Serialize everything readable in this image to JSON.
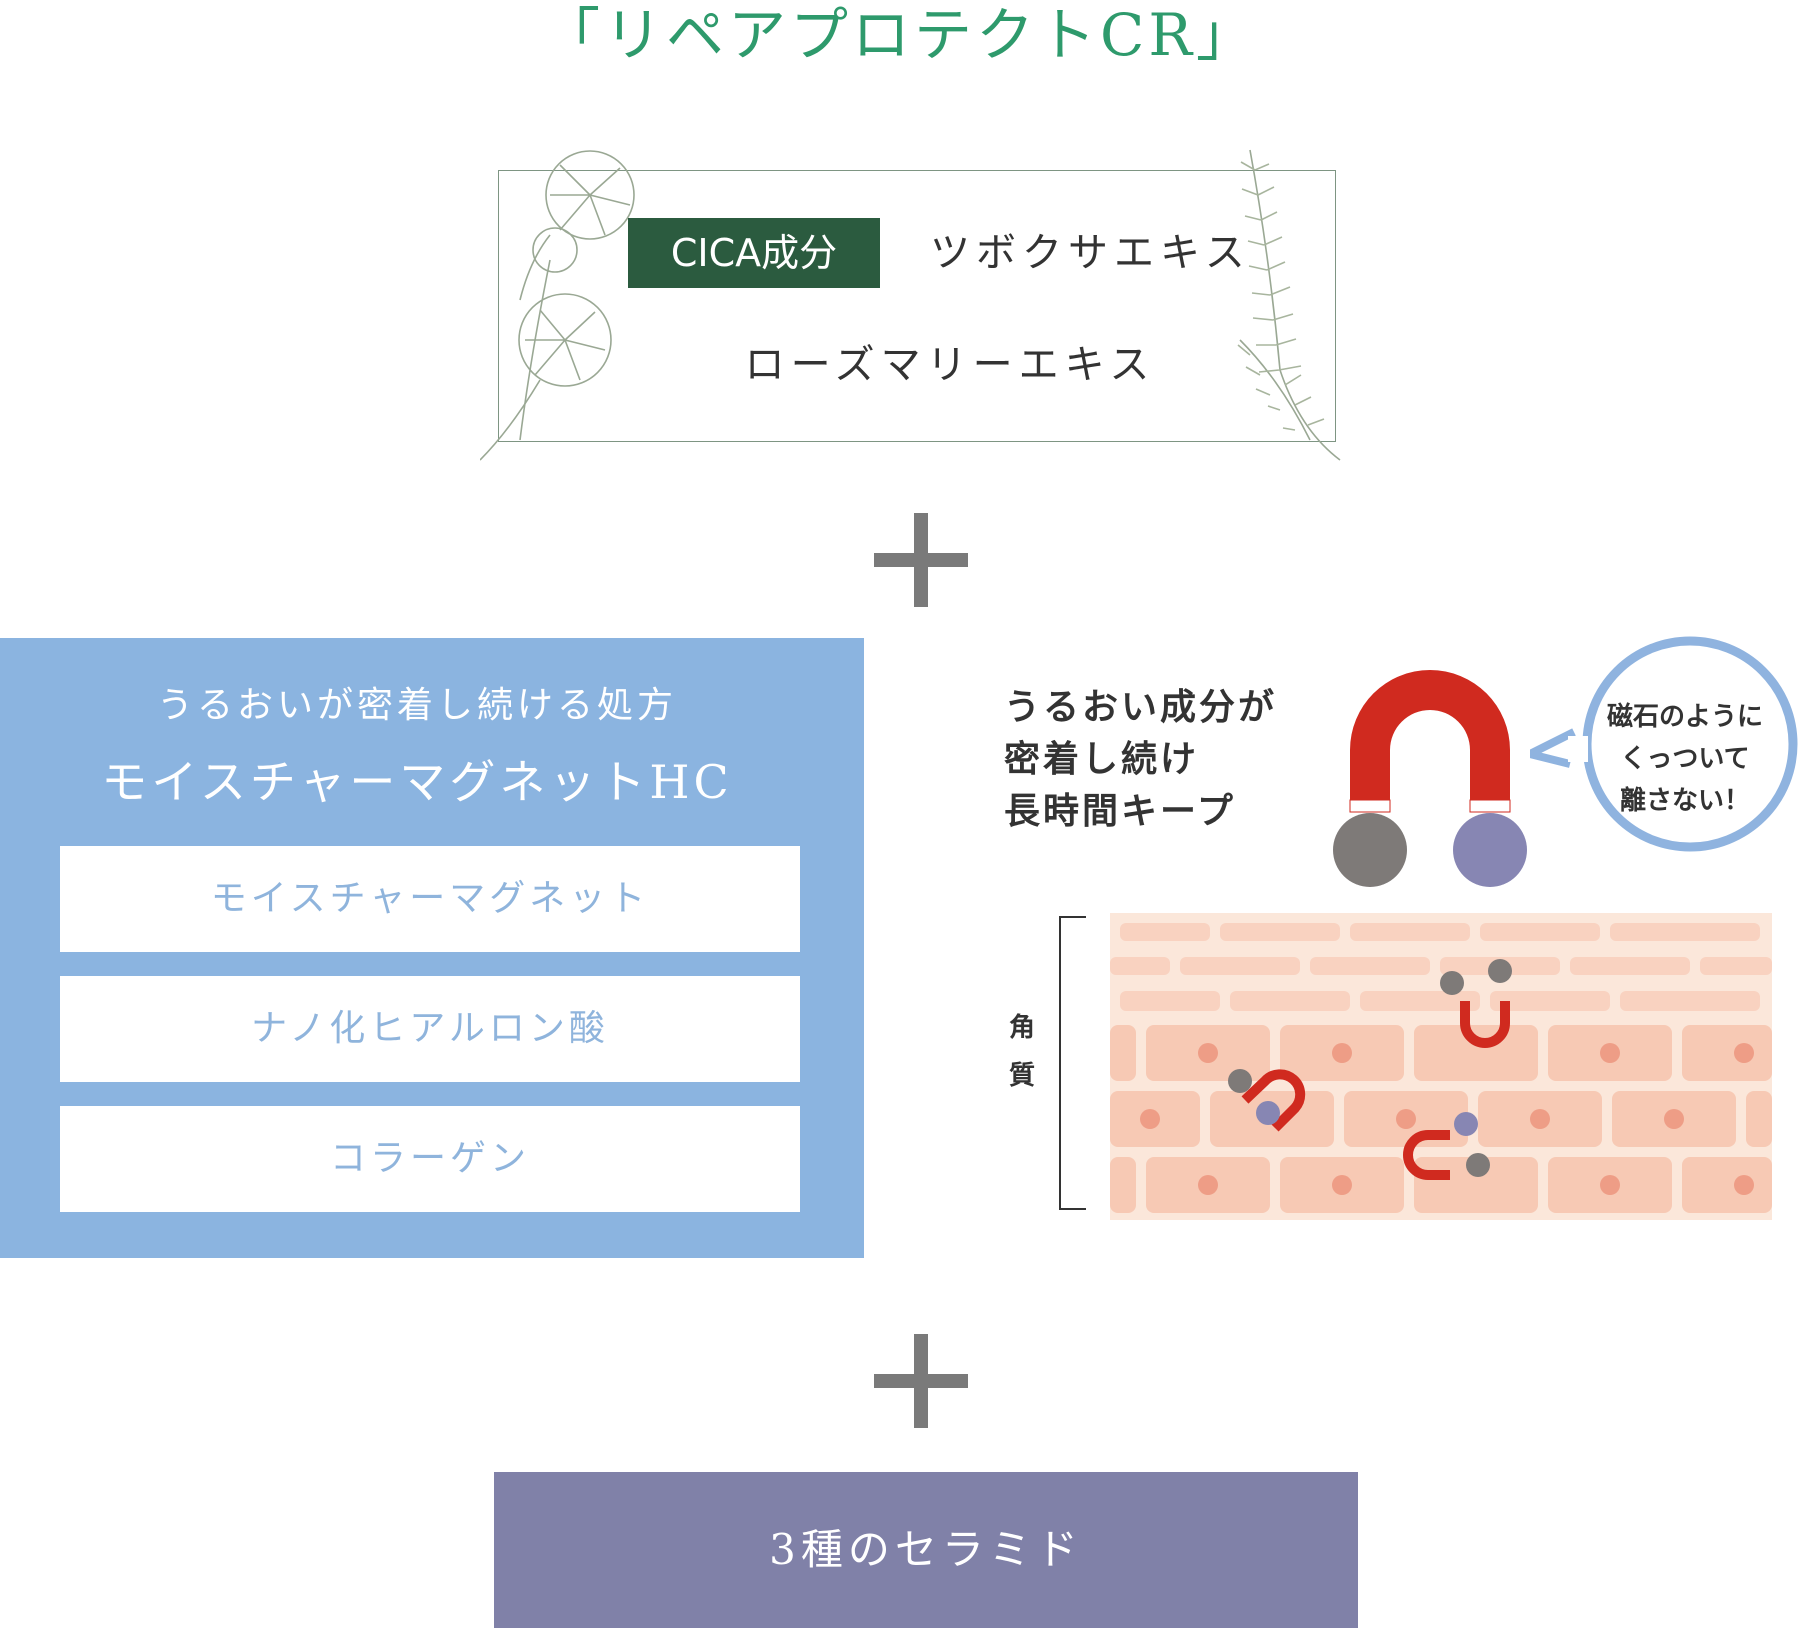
{
  "title": "「リペアプロテクトCR」",
  "cica": {
    "badge": "CICA成分",
    "ingredient1": "ツボクサエキス",
    "ingredient2": "ローズマリーエキス"
  },
  "moisture": {
    "subtitle": "うるおいが密着し続ける処方",
    "title": "モイスチャーマグネットHC",
    "items": [
      {
        "label": "モイスチャーマグネット"
      },
      {
        "label": "ナノ化ヒアルロン酸"
      },
      {
        "label": "コラーゲン"
      }
    ]
  },
  "diagram": {
    "description_lines": [
      "うるおい成分が",
      "密着し続け",
      "長時間キープ"
    ],
    "bubble_lines": [
      "磁石のように",
      "くっついて",
      "離さない！"
    ],
    "stratum_label": "角質",
    "colors": {
      "magnet_red": "#d02a1f",
      "pole_gray": "#7e7a78",
      "pole_purple": "#8786b3",
      "skin_bg": "#fbe7da",
      "skin_cell": "#f7c9b4",
      "bubble_border": "#8fb3df"
    }
  },
  "ceramide": {
    "label": "3種のセラミド"
  },
  "colors": {
    "title_green": "#2e9a6c",
    "badge_green": "#2b5b3f",
    "moisture_blue": "#8bb4e0",
    "ceramide_purple": "#8081a8",
    "plus_gray": "#7a7a7a"
  }
}
